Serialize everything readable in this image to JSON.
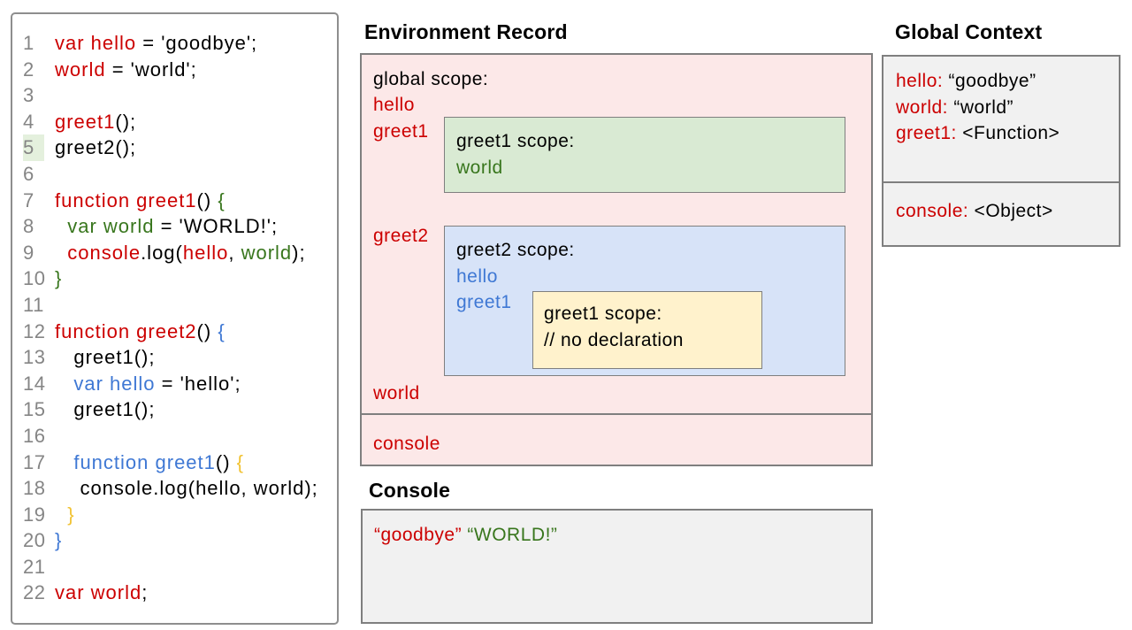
{
  "palette": {
    "black": "#000000",
    "red": "#cc0000",
    "green": "#38761d",
    "blue": "#3f78d4",
    "gold": "#f1c232",
    "line_number_gray": "#858585",
    "pink_bg": "#fce8e8",
    "green_bg": "#d9ead3",
    "blue_bg": "#d7e3f8",
    "yellow_bg": "#fff2cc",
    "panel_bg": "#f1f1f1",
    "border_gray": "#7f7f7f",
    "highlight_line_bg": "#e4f0dd"
  },
  "code_panel": {
    "highlighted_line": "5",
    "lines": [
      {
        "n": "1",
        "segments": [
          {
            "text": "var hello",
            "color": "red"
          },
          {
            "text": " = 'goodbye';",
            "color": "black"
          }
        ]
      },
      {
        "n": "2",
        "segments": [
          {
            "text": "world",
            "color": "red"
          },
          {
            "text": " = 'world';",
            "color": "black"
          }
        ]
      },
      {
        "n": "3",
        "segments": []
      },
      {
        "n": "4",
        "segments": [
          {
            "text": "greet1",
            "color": "red"
          },
          {
            "text": "();",
            "color": "black"
          }
        ]
      },
      {
        "n": "5",
        "highlighted": true,
        "segments": [
          {
            "text": "greet2();",
            "color": "black"
          }
        ]
      },
      {
        "n": "6",
        "segments": []
      },
      {
        "n": "7",
        "segments": [
          {
            "text": "function greet1",
            "color": "red"
          },
          {
            "text": "() ",
            "color": "black"
          },
          {
            "text": "{",
            "color": "green"
          }
        ]
      },
      {
        "n": "8",
        "segments": [
          {
            "text": "  var world",
            "color": "green"
          },
          {
            "text": " = 'WORLD!';",
            "color": "black"
          }
        ]
      },
      {
        "n": "9",
        "segments": [
          {
            "text": "  console",
            "color": "red"
          },
          {
            "text": ".log(",
            "color": "black"
          },
          {
            "text": "hello",
            "color": "red"
          },
          {
            "text": ", ",
            "color": "black"
          },
          {
            "text": "world",
            "color": "green"
          },
          {
            "text": ");",
            "color": "black"
          }
        ]
      },
      {
        "n": "10",
        "segments": [
          {
            "text": "}",
            "color": "green"
          }
        ]
      },
      {
        "n": "11",
        "segments": []
      },
      {
        "n": "12",
        "segments": [
          {
            "text": "function greet2",
            "color": "red"
          },
          {
            "text": "() ",
            "color": "black"
          },
          {
            "text": "{",
            "color": "blue"
          }
        ]
      },
      {
        "n": "13",
        "segments": [
          {
            "text": "   greet1();",
            "color": "black"
          }
        ]
      },
      {
        "n": "14",
        "segments": [
          {
            "text": "   var hello",
            "color": "blue"
          },
          {
            "text": " = 'hello';",
            "color": "black"
          }
        ]
      },
      {
        "n": "15",
        "segments": [
          {
            "text": "   greet1();",
            "color": "black"
          }
        ]
      },
      {
        "n": "16",
        "segments": []
      },
      {
        "n": "17",
        "segments": [
          {
            "text": "   function greet1",
            "color": "blue"
          },
          {
            "text": "() ",
            "color": "black"
          },
          {
            "text": "{",
            "color": "gold"
          }
        ]
      },
      {
        "n": "18",
        "segments": [
          {
            "text": "    console.log(hello, world);",
            "color": "black"
          }
        ]
      },
      {
        "n": "19",
        "segments": [
          {
            "text": "  }",
            "color": "gold"
          }
        ]
      },
      {
        "n": "20",
        "segments": [
          {
            "text": "}",
            "color": "blue"
          }
        ]
      },
      {
        "n": "21",
        "segments": []
      },
      {
        "n": "22",
        "segments": [
          {
            "text": "var world",
            "color": "red"
          },
          {
            "text": ";",
            "color": "black"
          }
        ]
      }
    ]
  },
  "env": {
    "title": "Environment Record",
    "global_scope_label": "global scope:",
    "var_hello": "hello",
    "var_greet1": "greet1",
    "var_greet2": "greet2",
    "var_world": "world",
    "var_console": "console",
    "greet1_scope": {
      "label": "greet1 scope:",
      "var_world": "world"
    },
    "greet2_scope": {
      "label": "greet2 scope:",
      "var_hello": "hello",
      "var_greet1": "greet1",
      "inner_greet1_scope": {
        "label": "greet1 scope:",
        "comment": "// no declaration"
      }
    }
  },
  "console_panel": {
    "title": "Console",
    "output": [
      {
        "text": "“goodbye”",
        "color": "red"
      },
      {
        "text": " ",
        "color": "black"
      },
      {
        "text": "“WORLD!”",
        "color": "green"
      }
    ]
  },
  "global_context": {
    "title": "Global Context",
    "entries_main": [
      {
        "name": "hello:",
        "value": " “goodbye”"
      },
      {
        "name": "world:",
        "value": " “world”"
      },
      {
        "name": "greet1:",
        "value": " <Function>"
      }
    ],
    "entries_builtin": [
      {
        "name": "console:",
        "value": " <Object>"
      }
    ]
  }
}
